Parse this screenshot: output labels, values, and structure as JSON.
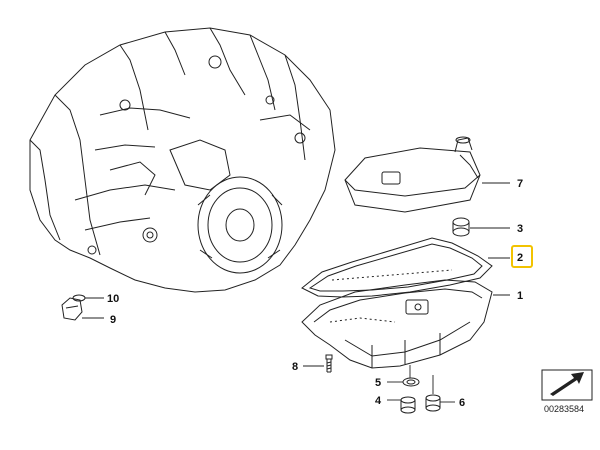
{
  "diagram": {
    "callouts": {
      "c1": "1",
      "c2": "2",
      "c3": "3",
      "c4": "4",
      "c5": "5",
      "c6": "6",
      "c7": "7",
      "c8": "8",
      "c9": "9",
      "c10": "10"
    },
    "highlight_color": "#f2c300",
    "document_id": "00283584"
  }
}
